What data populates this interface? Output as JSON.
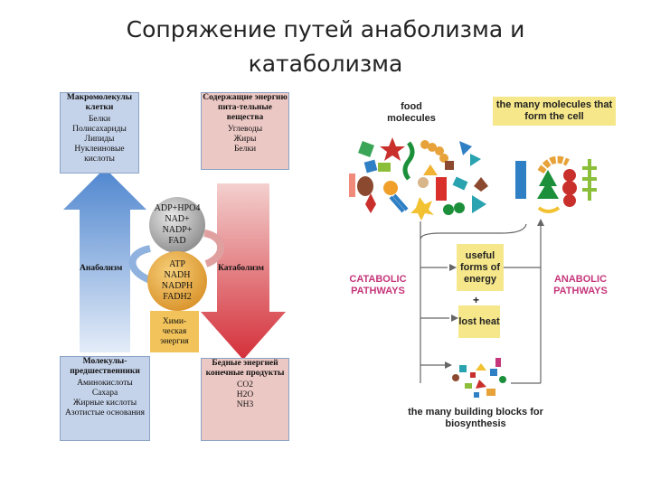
{
  "title": {
    "line1": "Сопряжение путей анаболизма и",
    "line2": "катаболизма"
  },
  "left_figure": {
    "top_left_box": {
      "heading": "Макромолекулы клетки",
      "items": [
        "Белки",
        "Полисахариды",
        "Липиды",
        "Нуклеиновые кислоты"
      ]
    },
    "top_right_box": {
      "heading": "Содержащие энергию пита-тельные вещества",
      "items": [
        "Углеводы",
        "Жиры",
        "Белки"
      ]
    },
    "bottom_left_box": {
      "heading": "Молекулы-предшественники",
      "items": [
        "Аминокислоты",
        "Сахара",
        "Жирные кислоты",
        "Азотистые основания"
      ]
    },
    "bottom_right_box": {
      "heading": "Бедные энергией конечные продукты",
      "items": [
        "CO2",
        "H2O",
        "NH3"
      ]
    },
    "anabolism_label": "Анаболизм",
    "catabolism_label": "Катаболизм",
    "gray_circle": [
      "ADP+HPO4",
      "NAD+",
      "NADP+",
      "FAD"
    ],
    "orange_circle": [
      "ATP",
      "NADH",
      "NADPH",
      "FADH2"
    ],
    "energy_box": [
      "Хими-",
      "ческая",
      "энергия"
    ]
  },
  "right_figure": {
    "food_molecules": "food molecules",
    "cell_molecules": "the many molecules that form the cell",
    "useful_energy": "useful forms of energy",
    "plus": "+",
    "lost_heat": "lost heat",
    "catabolic_pathways": "CATABOLIC PATHWAYS",
    "anabolic_pathways": "ANABOLIC PATHWAYS",
    "building_blocks": "the many building blocks for biosynthesis"
  },
  "colors": {
    "anabolism_arrow": "#5b8fd0",
    "catabolism_arrow": "#d9424a",
    "energy_yellow": "#f2c35a",
    "pathway_magenta": "#c5367a",
    "label_yellow": "#f6e78a"
  }
}
